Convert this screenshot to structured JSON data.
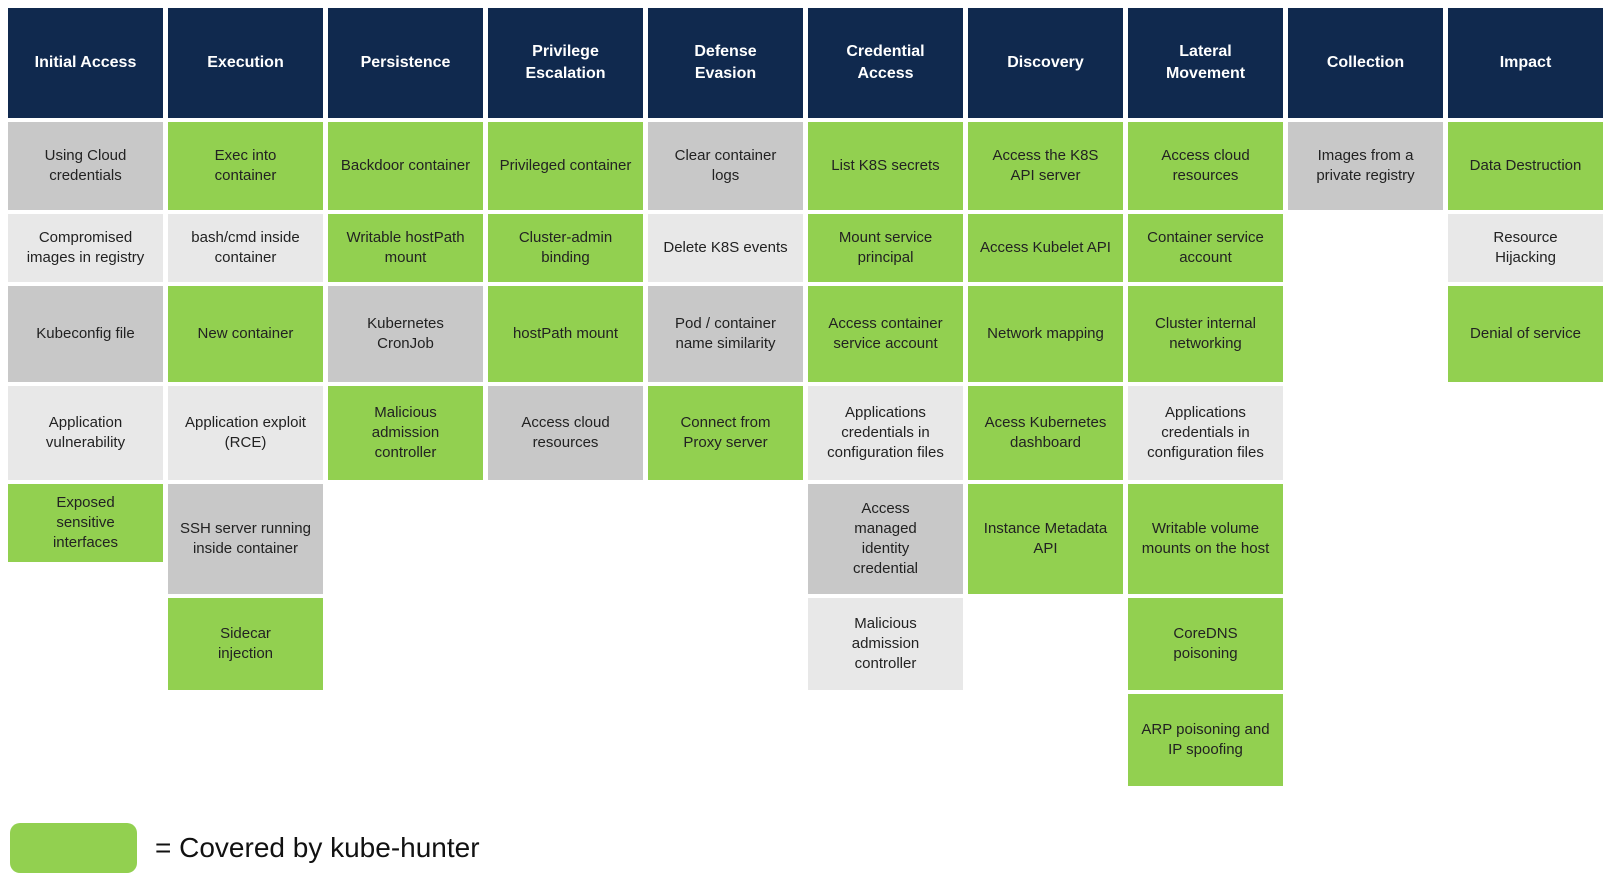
{
  "colors": {
    "header_bg": "#10294e",
    "header_text": "#ffffff",
    "covered_green": "#92d050",
    "uncovered_dark": "#c8c8c8",
    "uncovered_light": "#e8e8e8",
    "cell_text": "#222222"
  },
  "matrix": {
    "columns": [
      {
        "id": "initial-access",
        "header": "Initial Access",
        "cells": [
          {
            "label": "Using Cloud credentials",
            "covered": false,
            "shade": "dark"
          },
          {
            "label": "Compromised images in registry",
            "covered": false,
            "shade": "light"
          },
          {
            "label": "Kubeconfig file",
            "covered": false,
            "shade": "dark"
          },
          {
            "label": "Application vulnerability",
            "covered": false,
            "shade": "light"
          },
          {
            "label": "Exposed sensitive interfaces",
            "covered": true
          }
        ]
      },
      {
        "id": "execution",
        "header": "Execution",
        "cells": [
          {
            "label": "Exec into container",
            "covered": true
          },
          {
            "label": "bash/cmd inside container",
            "covered": false,
            "shade": "light"
          },
          {
            "label": "New container",
            "covered": true
          },
          {
            "label": "Application exploit (RCE)",
            "covered": false,
            "shade": "light"
          },
          {
            "label": "SSH server running inside container",
            "covered": false,
            "shade": "dark"
          },
          {
            "label": "Sidecar injection",
            "covered": true
          }
        ]
      },
      {
        "id": "persistence",
        "header": "Persistence",
        "cells": [
          {
            "label": "Backdoor container",
            "covered": true
          },
          {
            "label": "Writable hostPath mount",
            "covered": true
          },
          {
            "label": "Kubernetes CronJob",
            "covered": false,
            "shade": "dark"
          },
          {
            "label": "Malicious admission controller",
            "covered": true
          }
        ]
      },
      {
        "id": "privilege-escalation",
        "header": "Privilege Escalation",
        "cells": [
          {
            "label": "Privileged container",
            "covered": true
          },
          {
            "label": "Cluster-admin binding",
            "covered": true
          },
          {
            "label": "hostPath mount",
            "covered": true
          },
          {
            "label": "Access cloud resources",
            "covered": false,
            "shade": "dark"
          }
        ]
      },
      {
        "id": "defense-evasion",
        "header": "Defense Evasion",
        "cells": [
          {
            "label": "Clear container logs",
            "covered": false,
            "shade": "dark"
          },
          {
            "label": "Delete K8S events",
            "covered": false,
            "shade": "light"
          },
          {
            "label": "Pod / container name similarity",
            "covered": false,
            "shade": "dark"
          },
          {
            "label": "Connect from Proxy server",
            "covered": true
          }
        ]
      },
      {
        "id": "credential-access",
        "header": "Credential Access",
        "cells": [
          {
            "label": "List K8S secrets",
            "covered": true
          },
          {
            "label": "Mount service principal",
            "covered": true
          },
          {
            "label": "Access container service account",
            "covered": true
          },
          {
            "label": "Applications credentials in configuration files",
            "covered": false,
            "shade": "light"
          },
          {
            "label": "Access managed identity credential",
            "covered": false,
            "shade": "dark"
          },
          {
            "label": "Malicious admission controller",
            "covered": false,
            "shade": "light"
          }
        ]
      },
      {
        "id": "discovery",
        "header": "Discovery",
        "cells": [
          {
            "label": "Access the K8S API server",
            "covered": true
          },
          {
            "label": "Access Kubelet API",
            "covered": true
          },
          {
            "label": "Network mapping",
            "covered": true
          },
          {
            "label": "Acess Kubernetes dashboard",
            "covered": true
          },
          {
            "label": "Instance Metadata API",
            "covered": true
          }
        ]
      },
      {
        "id": "lateral-movement",
        "header": "Lateral Movement",
        "cells": [
          {
            "label": "Access cloud resources",
            "covered": true
          },
          {
            "label": "Container service account",
            "covered": true
          },
          {
            "label": "Cluster internal networking",
            "covered": true
          },
          {
            "label": "Applications credentials in configuration files",
            "covered": false,
            "shade": "light"
          },
          {
            "label": "Writable volume mounts on the host",
            "covered": true
          },
          {
            "label": "CoreDNS poisoning",
            "covered": true
          },
          {
            "label": "ARP poisoning and IP spoofing",
            "covered": true
          }
        ]
      },
      {
        "id": "collection",
        "header": "Collection",
        "cells": [
          {
            "label": "Images from a private registry",
            "covered": false,
            "shade": "dark"
          }
        ]
      },
      {
        "id": "impact",
        "header": "Impact",
        "cells": [
          {
            "label": "Data Destruction",
            "covered": true
          },
          {
            "label": "Resource Hijacking",
            "covered": false,
            "shade": "light"
          },
          {
            "label": "Denial of service",
            "covered": true
          }
        ]
      }
    ]
  },
  "legend": {
    "label": "= Covered by kube-hunter"
  }
}
